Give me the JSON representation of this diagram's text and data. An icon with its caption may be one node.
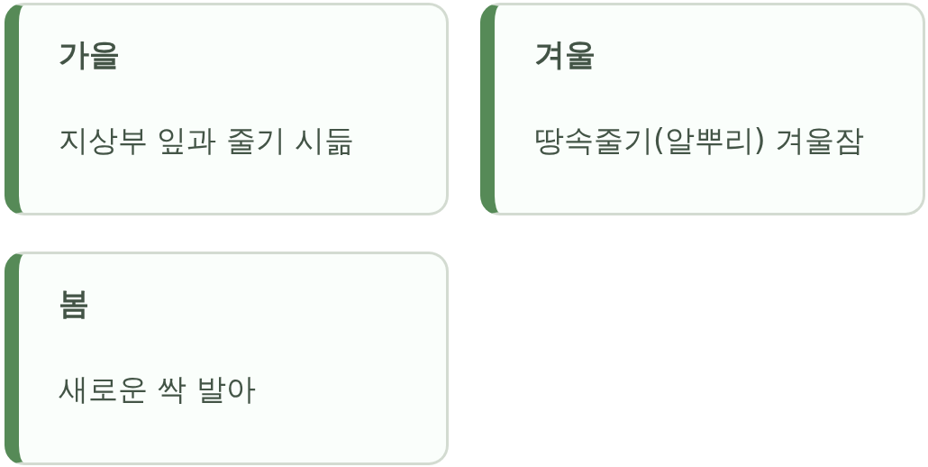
{
  "diagram": {
    "nodes": [
      {
        "text": [
          "가을",
          "지상부 잎과 줄기 시듦"
        ]
      },
      {
        "text": [
          "겨울",
          "땅속줄기(알뿌리) 겨울잠"
        ]
      },
      {
        "text": [
          "봄",
          "새로운 싹 발아"
        ]
      }
    ]
  }
}
